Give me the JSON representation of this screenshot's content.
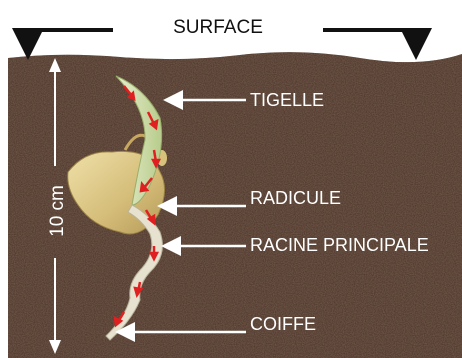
{
  "diagram": {
    "surface_label": "SURFACE",
    "depth_label": "10 cm",
    "parts": [
      {
        "id": "tigelle",
        "label": "TIGELLE"
      },
      {
        "id": "radicule",
        "label": "RADICULE"
      },
      {
        "id": "racine",
        "label": "RACINE PRINCIPALE"
      },
      {
        "id": "coiffe",
        "label": "COIFFE"
      }
    ],
    "colors": {
      "soil": "#4a3226",
      "soil_dark": "#3a261c",
      "seed": "#d9c486",
      "sprout": "#c9d9a6",
      "growth_arrow": "#e02020",
      "pointer": "#ffffff",
      "ink": "#111111"
    }
  }
}
